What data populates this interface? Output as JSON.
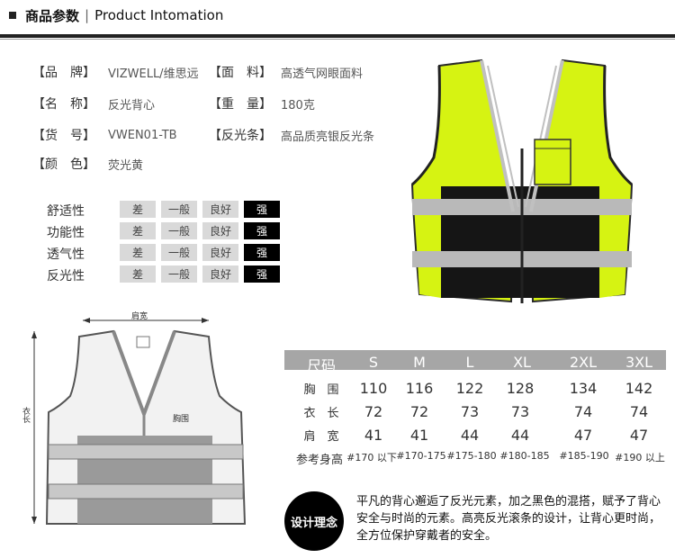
{
  "header": {
    "title_zh": "商品参数",
    "separator": "|",
    "title_en": "Product Intomation"
  },
  "specs": [
    {
      "label": "【品　牌】",
      "value": "VIZWELL/维思远"
    },
    {
      "label": "【面　料】",
      "value": "高透气网眼面料"
    },
    {
      "label": "【名　称】",
      "value": "反光背心"
    },
    {
      "label": "【重　量】",
      "value": "180克"
    },
    {
      "label": "【货　号】",
      "value": "VWEN01-TB"
    },
    {
      "label": "【反光条】",
      "value": "高品质亮银反光条"
    },
    {
      "label": "【颜　色】",
      "value": "荧光黄"
    }
  ],
  "ratings": {
    "levels": [
      "差",
      "一般",
      "良好",
      "强"
    ],
    "rows": [
      {
        "label": "舒适性",
        "selected": 3
      },
      {
        "label": "功能性",
        "selected": 3
      },
      {
        "label": "透气性",
        "selected": 3
      },
      {
        "label": "反光性",
        "selected": 3
      }
    ]
  },
  "diagram": {
    "shoulder": "肩宽",
    "chest": "胸围",
    "length": "衣长"
  },
  "size_table": {
    "headers": [
      "尺码",
      "S",
      "M",
      "L",
      "XL",
      "2XL",
      "3XL"
    ],
    "rows": [
      [
        "胸　围",
        "110",
        "116",
        "122",
        "128",
        "134",
        "142"
      ],
      [
        "衣　长",
        "72",
        "72",
        "73",
        "73",
        "74",
        "74"
      ],
      [
        "肩　宽",
        "41",
        "41",
        "44",
        "44",
        "47",
        "47"
      ],
      [
        "参考身高",
        "#170 以下",
        "#170-175",
        "#175-180",
        "#180-185",
        "#185-190",
        "#190 以上"
      ]
    ]
  },
  "design": {
    "badge": "设计理念",
    "text": "平凡的背心邂逅了反光元素，加之黑色的混搭，赋予了背心安全与时尚的元素。高亮反光滚条的设计，让背心更时尚，全方位保护穿戴者的安全。"
  },
  "colors": {
    "yellow": "#d6f312",
    "black": "#111111",
    "reflective": "#b0b0b0",
    "header_bar": "#a6a6a6"
  }
}
